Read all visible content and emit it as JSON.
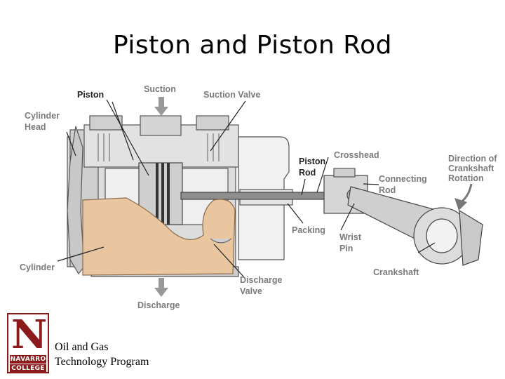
{
  "title": "Piston and Piston Rod",
  "labels": {
    "piston": "Piston",
    "suction": "Suction",
    "suction_valve": "Suction Valve",
    "cylinder_head_1": "Cylinder",
    "cylinder_head_2": "Head",
    "crosshead": "Crosshead",
    "piston_rod_1": "Piston",
    "piston_rod_2": "Rod",
    "connecting_rod_1": "Connecting",
    "connecting_rod_2": "Rod",
    "direction_1": "Direction of",
    "direction_2": "Crankshaft",
    "direction_3": "Rotation",
    "packing": "Packing",
    "wrist_pin_1": "Wrist",
    "wrist_pin_2": "Pin",
    "cylinder": "Cylinder",
    "crankshaft": "Crankshaft",
    "discharge_valve_1": "Discharge",
    "discharge_valve_2": "Valve",
    "discharge": "Discharge"
  },
  "footer": {
    "logo_letter": "N",
    "logo_line1": "NAVARRO",
    "logo_line2": "COLLEGE",
    "program_line1": "Oil and Gas",
    "program_line2": "Technology Program"
  },
  "colors": {
    "cutaway_fill": "#e9c6a0",
    "metal": "#d9d9d9",
    "logo_red": "#8b1a1a"
  }
}
